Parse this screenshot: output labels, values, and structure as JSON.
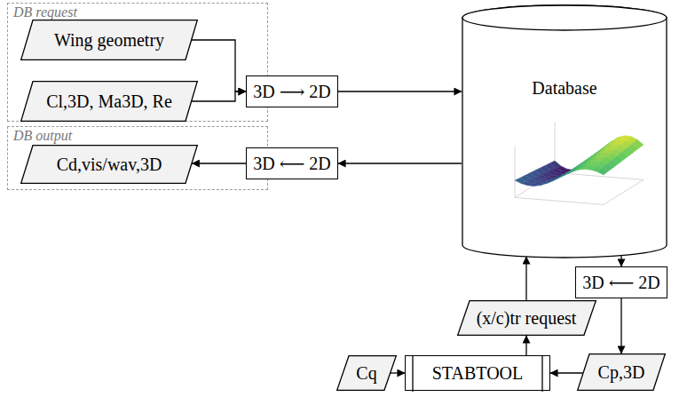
{
  "diagram": {
    "nodes": [
      {
        "text": [
          "DB request"
        ]
      },
      {
        "text": [
          "Wing geometry"
        ],
        "in": 0
      },
      {
        "text": [
          "Cl,3D, Ma3D, Re"
        ],
        "in": 0
      },
      {
        "text": [
          "3D ⟶ 2D"
        ]
      },
      {
        "text": [
          "Database"
        ]
      },
      {
        "text": [
          "DB output"
        ]
      },
      {
        "text": [
          "Cd,vis/wav,3D"
        ],
        "in": 5
      },
      {
        "text": [
          "3D ⟵ 2D"
        ]
      },
      {
        "text": [
          "3D ⟵ 2D"
        ]
      },
      {
        "text": [
          "(x/c)tr request"
        ]
      },
      {
        "text": [
          "Cp,3D"
        ]
      },
      {
        "text": [
          "Cq"
        ]
      },
      {
        "text": [
          "STABTOOL"
        ]
      }
    ],
    "edges": [
      {
        "from": 1,
        "to": 3,
        "arrow": "to"
      },
      {
        "from": 2,
        "to": 3,
        "arrow": "to"
      },
      {
        "from": 3,
        "to": 4,
        "arrow": "to"
      },
      {
        "from": 4,
        "to": 7,
        "arrow": "to"
      },
      {
        "from": 7,
        "to": 6,
        "arrow": "to"
      },
      {
        "from": 4,
        "to": 8,
        "arrow": "to"
      },
      {
        "from": 8,
        "to": 10,
        "arrow": "to"
      },
      {
        "from": 10,
        "to": 12,
        "arrow": "to"
      },
      {
        "from": 11,
        "to": 12,
        "arrow": "to"
      },
      {
        "from": 12,
        "to": 9,
        "arrow": "to"
      },
      {
        "from": 9,
        "to": 4,
        "arrow": "to"
      }
    ]
  }
}
